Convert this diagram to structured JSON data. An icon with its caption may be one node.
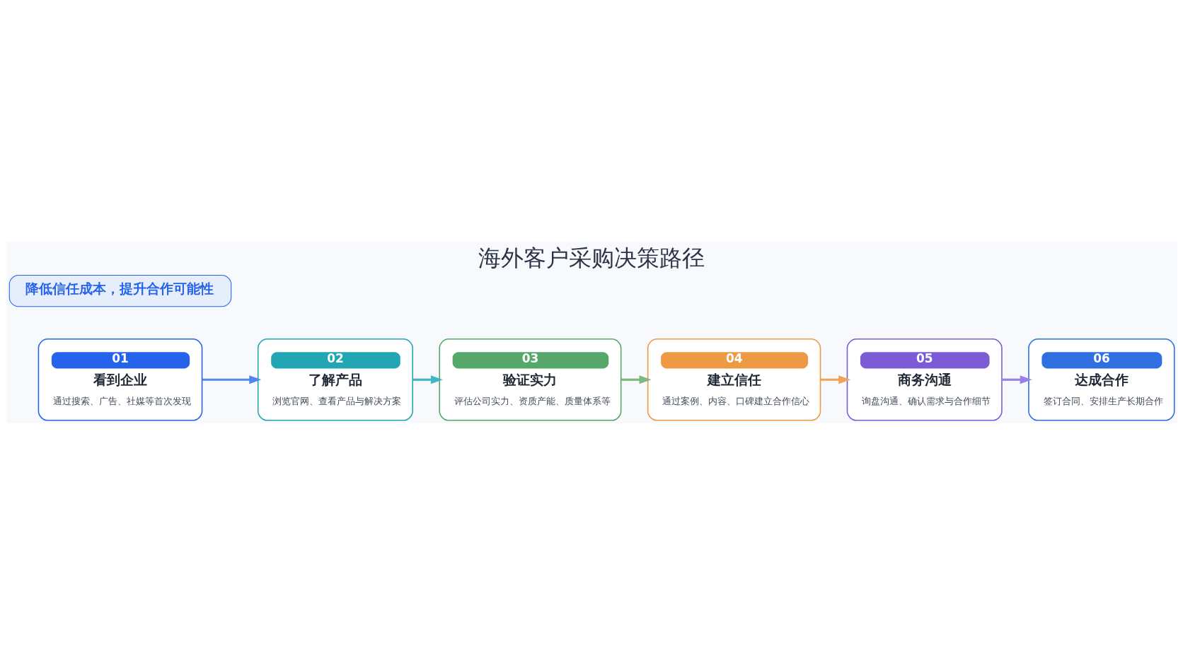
{
  "diagram": {
    "title": "海外客户采购决策路径",
    "nodes": [
      {
        "text": [
          "01",
          "看到企业",
          "通过搜索、广告、社媒等首次发现"
        ]
      },
      {
        "text": [
          "02",
          "了解产品",
          "浏览官网、查看产品与解决方案"
        ]
      },
      {
        "text": [
          "03",
          "验证实力",
          "评估公司实力、资质产能、质量体系等"
        ]
      },
      {
        "text": [
          "04",
          "建立信任",
          "通过案例、内容、口碑建立合作信心"
        ]
      },
      {
        "text": [
          "05",
          "商务沟通",
          "询盘沟通、确认需求与合作细节"
        ]
      },
      {
        "text": [
          "06",
          "达成合作",
          "签订合同、安排生产长期合作"
        ]
      },
      {
        "text": [
          "降低信任成本，提升合作可能性"
        ]
      }
    ],
    "edges": [
      {
        "from": 0,
        "to": 1,
        "arrow": "to",
        "color": "#4f86ec"
      },
      {
        "from": 1,
        "to": 2,
        "arrow": "to",
        "color": "#3fb6c0"
      },
      {
        "from": 2,
        "to": 3,
        "arrow": "to",
        "color": "#7ab87e"
      },
      {
        "from": 3,
        "to": 4,
        "arrow": "to",
        "color": "#f0a456"
      },
      {
        "from": 4,
        "to": 5,
        "arrow": "to",
        "color": "#9a7fe6"
      }
    ]
  }
}
